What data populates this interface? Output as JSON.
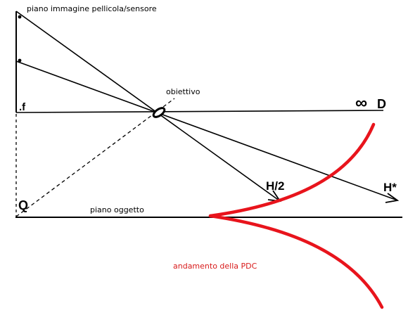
{
  "labels": {
    "image_plane": "piano immagine pellicola/sensore",
    "lens": "obiettivo",
    "object_plane": "piano oggetto",
    "dof_trend": "andamento della PDC",
    "focal_point": ".f",
    "angle_q": "Q",
    "infinity": "∞",
    "distance": "D",
    "half_hyperfocal": "H/2",
    "hyperfocal": "H*"
  },
  "colors": {
    "ink": "#000000",
    "dof_curve": "#e8141c",
    "dof_text": "#d81b1b"
  }
}
